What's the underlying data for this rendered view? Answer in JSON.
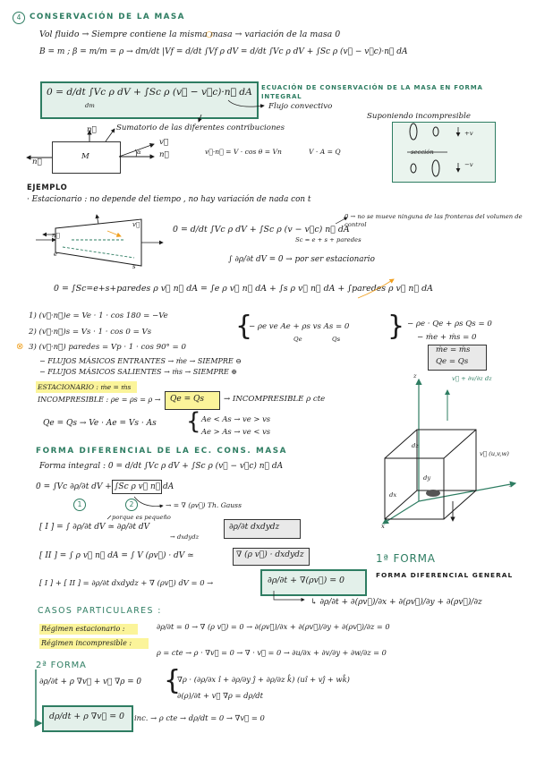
{
  "header": {
    "section_number": "4",
    "title": "CONSERVACIÓN DE LA MASA",
    "line1": "Vol fluido → Siempre contiene la misma masa → variación de la masa 0",
    "line2": "B = m ;  β = m/m = ρ  →  dm/dt |Vf = d/dt ∫Vf ρ dV = d/dt ∫Vc ρ dV + ∫Sc ρ (v⃗ − v⃗c)·n⃗ dA"
  },
  "integral_eq": {
    "formula": "0 = d/dt ∫Vc ρ dV + ∫Sc ρ (v⃗ − v⃗c)·n⃗ dA",
    "dm_label": "dm",
    "label": "ECUACIÓN DE CONSERVACIÓN DE LA MASA EN FORMA INTEGRAL",
    "flujo_convectivo": "Flujo convectivo",
    "sumatorio": "Sumatorio de las diferentes contribuciones",
    "incompresible_label": "Suponiendo incompresible",
    "seccion_label": "sección",
    "flow_dot": "v⃗·n⃗ = V · cos θ = Vn",
    "va_q": "V · A = Q",
    "diagram": {
      "n": "n⃗",
      "m": "M",
      "v": "v⃗",
      "alpha": "α",
      "plus_v": "+v",
      "minus_v": "−v"
    }
  },
  "ejemplo": {
    "title": "EJEMPLO",
    "intro": "· Estacionario : no depende del tiempo , no hay variación de nada con t",
    "eq_main": "0 = d/dt ∫Vc ρ dV + ∫Sc ρ (v − v⃗c) n⃗ dA",
    "sc_note": "Sc = e + s + paredes",
    "no_mueve_note": "0 → no se mueve ninguna de las fronteras del volumen de control",
    "steady": "∫ ∂ρ/∂t dV = 0  →  por ser estacionario",
    "eq_parts": "0 = ∫Sc=e+s+paredes ρ v⃗ n⃗ dA = ∫e ρ v⃗ n⃗ dA + ∫s ρ v⃗ n⃗ dA + ∫paredes ρ v⃗ n⃗ dA",
    "diagram": {
      "e": "e",
      "s": "s",
      "n": "n⃗",
      "v": "v⃗"
    },
    "item1": "1)  (v⃗·n⃗)e = Ve · 1 · cos 180 = −Ve",
    "item2": "2)  (v⃗·n⃗)s = Vs · 1 · cos 0 = Vs",
    "item3": "3)  (v⃗·n⃗) paredes = Vp · 1 · cos 90° = 0",
    "system_eq": "− ρe ve Ae + ρs vs As = 0",
    "qe_label": "Qe",
    "qs_label": "Qs",
    "result1": "− ρe · Qe + ρs Qs = 0",
    "result2": "− ṁe + ṁs = 0",
    "box_ms": "ṁe = ṁs",
    "box_qs": "Qe = Qs",
    "flujos_entrantes": "− FLUJOS MÁSICOS ENTRANTES → ṁe → SIEMPRE ⊖",
    "flujos_salientes": "− FLUJOS MÁSICOS SALIENTES → ṁs → SIEMPRE ⊕",
    "estacionario": "ESTACIONARIO : ṁe = ṁs",
    "incompresible": "INCOMPRESIBLE : ρe = ρs = ρ  →",
    "incompresible_box": "Qe = Qs",
    "incompresible_note": "→ INCOMPRESIBLE ρ cte",
    "qe_qs_line": "Qe = Qs  →  Ve · Ae = Vs · As",
    "ae_lt": "Ae < As  →  ve > vs",
    "ae_gt": "Ae > As  →  ve < vs"
  },
  "forma_diferencial": {
    "title": "FORMA DIFERENCIAL DE LA EC. CONS. MASA",
    "integral": "Forma integral :   0 = d/dt ∫Vc ρ dV + ∫Sc ρ (v⃗ − v⃗c) n⃗ dA",
    "eq0": "0 = ∫Vc ∂ρ/∂t dV + ∫Sc ρ v⃗ n⃗ dA",
    "num1": "1",
    "num2": "2",
    "gauss": "→ = ∇ (ρv⃗)  Th. Gauss",
    "porque": "porque es pequeño",
    "eqI": "[ I ] = ∫ ∂ρ/∂t dV ≃ ∂ρ/∂t dV",
    "dxdydz": "→ dxdydz",
    "boxI": "∂ρ/∂t dxdydz",
    "eqII": "[ II ] = ∫ ρ v⃗ n⃗ dA = ∫ V (ρv⃗) · dV ≃",
    "boxII": "∇ (ρ v⃗) · dxdydz",
    "eqSum": "[ I ] + [ II ] = ∂ρ/∂t dxdydz + ∇ (ρv⃗) dV = 0  →",
    "first_form_box": "∂ρ/∂t + ∇(ρv⃗) = 0",
    "first_form_title": "1ª FORMA",
    "first_form_sub": "FORMA DIFERENCIAL GENERAL",
    "expanded": "↳  ∂ρ/∂t + ∂(ρv⃗)/∂x + ∂(ρv⃗)/∂y + ∂(ρv⃗)/∂z",
    "cube_labels": {
      "z": "z",
      "y": "y",
      "x": "x",
      "dx": "dx",
      "dy": "dy",
      "dz": "dz",
      "vel": "v⃗ (u,v,w)",
      "v_plus": "v⃗ + ∂v/∂z dz"
    }
  },
  "casos": {
    "title": "CASOS PARTICULARES :",
    "estacionario_label": "Régimen estacionario :",
    "estacionario_eq": "∂ρ/∂t = 0  →  ∇ (ρ v⃗) = 0  →  ∂(ρv⃗)/∂x + ∂(ρv⃗)/∂y + ∂(ρv⃗)/∂z = 0",
    "incompresible_label": "Régimen incompresible :",
    "incompresible_eq": "ρ = cte  →  ρ · ∇v⃗ = 0  →  ∇ · v⃗ = 0  →  ∂u/∂x + ∂v/∂y + ∂w/∂z = 0"
  },
  "segunda": {
    "title": "2ª FORMA",
    "eq1": "∂ρ/∂t + ρ ∇v⃗ + v⃗ ∇ρ = 0",
    "eq2": "∇ρ · (∂ρ/∂x î + ∂ρ/∂y ĵ + ∂ρ/∂z k̂) (uî + vĵ + wk̂)",
    "eq3": "∂(ρ)/∂t + v⃗ ∇ρ = dρ/dt",
    "box": "dρ/dt + ρ ∇v⃗ = 0",
    "inc": "inc. → ρ cte → dρ/dt = 0  →  ∇v⃗ = 0"
  },
  "colors": {
    "green": "#2e7d62",
    "highlight": "#fbf49a",
    "orange": "#f0a020",
    "ink": "#1b1b1b"
  }
}
